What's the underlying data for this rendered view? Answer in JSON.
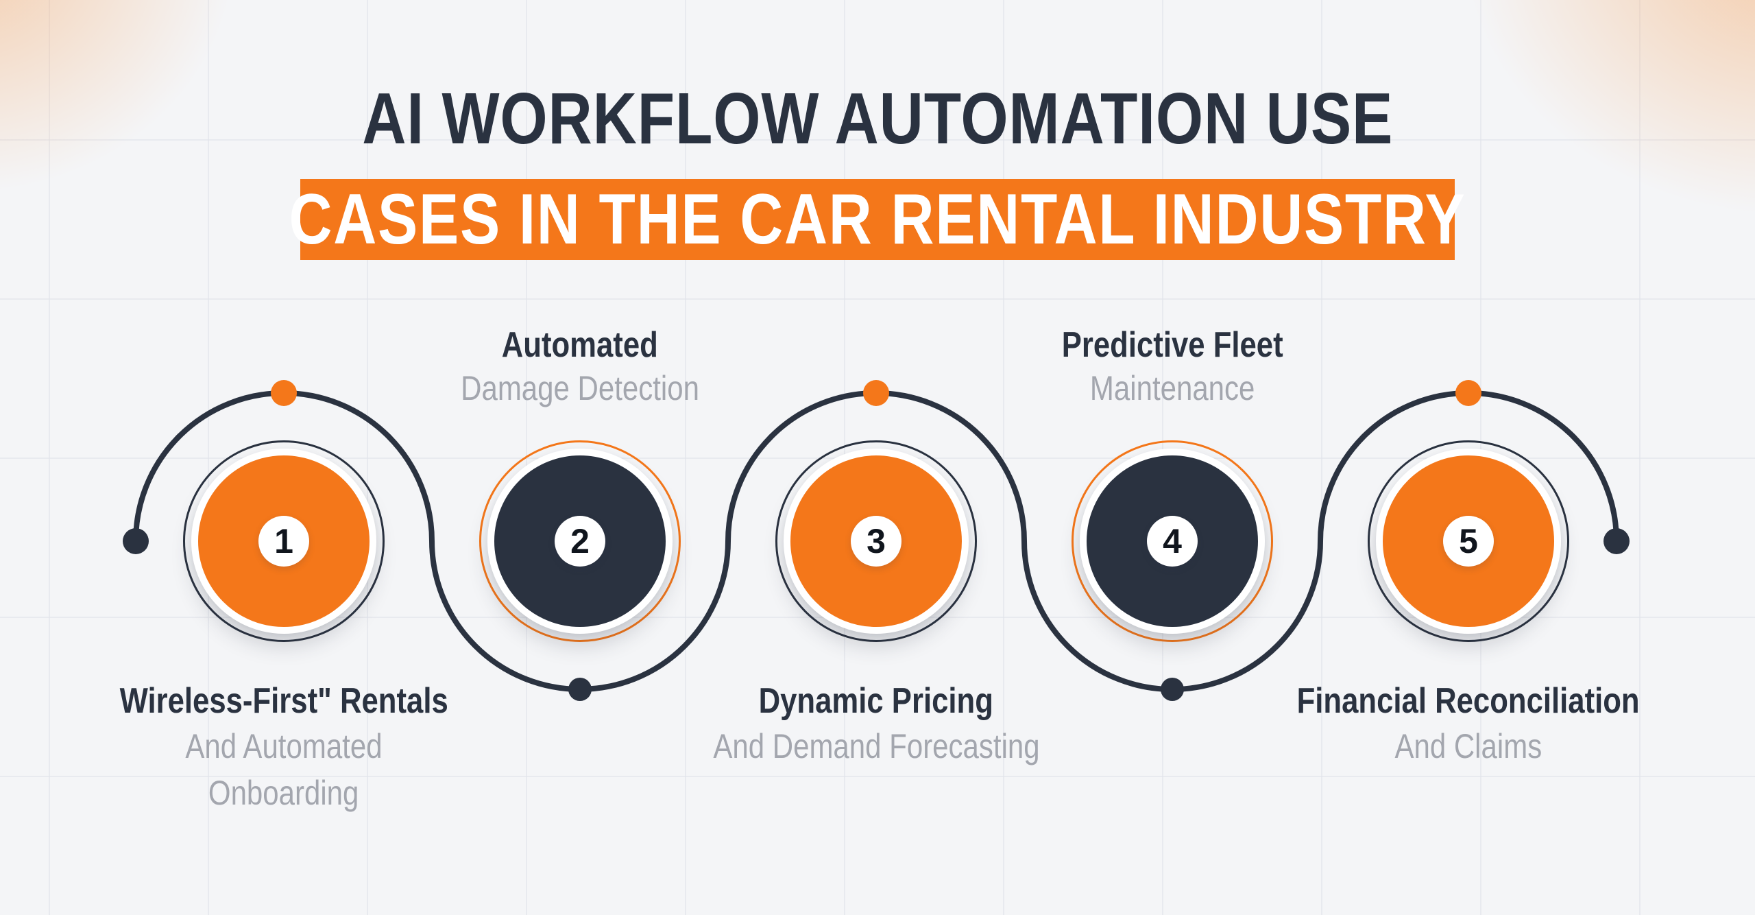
{
  "header": {
    "title_line1": "AI WORKFLOW AUTOMATION USE",
    "title_line2": "CASES IN THE CAR RENTAL INDUSTRY"
  },
  "colors": {
    "accent_orange": "#F4771A",
    "dark_navy": "#2A3240",
    "label_gray": "#A3A6AE",
    "background": "#F4F5F7",
    "badge_white": "#FFFFFF"
  },
  "steps": [
    {
      "number": "1",
      "variant": "orange",
      "label_position": "below",
      "title": "Wireless-First\" Rentals",
      "subtitle_line1": "And Automated",
      "subtitle_line2": "Onboarding"
    },
    {
      "number": "2",
      "variant": "dark",
      "label_position": "above",
      "title": "Automated",
      "subtitle_line1": "Damage Detection",
      "subtitle_line2": ""
    },
    {
      "number": "3",
      "variant": "orange",
      "label_position": "below",
      "title": "Dynamic Pricing",
      "subtitle_line1": "And Demand Forecasting",
      "subtitle_line2": ""
    },
    {
      "number": "4",
      "variant": "dark",
      "label_position": "above",
      "title": "Predictive Fleet",
      "subtitle_line1": "Maintenance",
      "subtitle_line2": ""
    },
    {
      "number": "5",
      "variant": "orange",
      "label_position": "below",
      "title": "Financial Reconciliation",
      "subtitle_line1": "And Claims",
      "subtitle_line2": ""
    }
  ]
}
